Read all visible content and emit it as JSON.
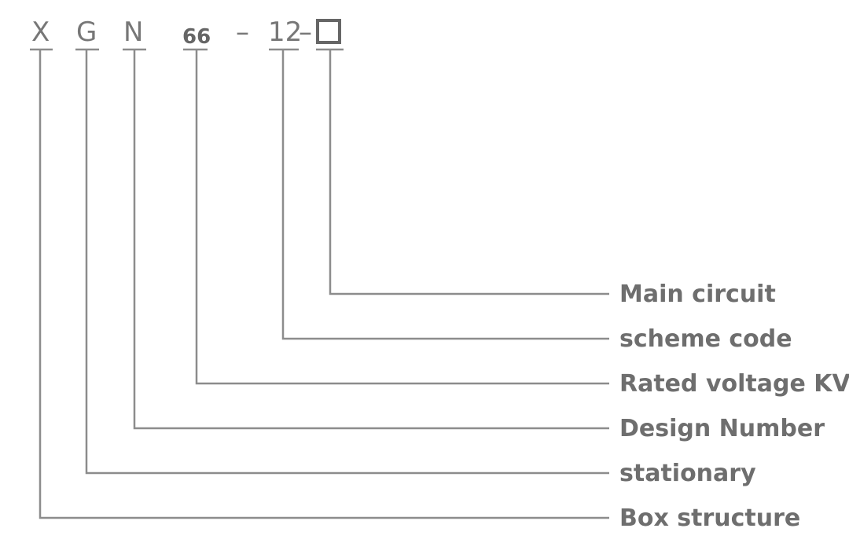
{
  "code": {
    "parts": [
      "X",
      "G",
      "N",
      "66",
      "–",
      "12",
      "–"
    ],
    "box_symbol": "□"
  },
  "labels": [
    "Main circuit",
    "scheme code",
    "Rated voltage KV",
    "Design Number",
    "stationary",
    "Box structure"
  ],
  "colors": {
    "line": "#8c8c8c",
    "text": "#6e6e6e"
  }
}
